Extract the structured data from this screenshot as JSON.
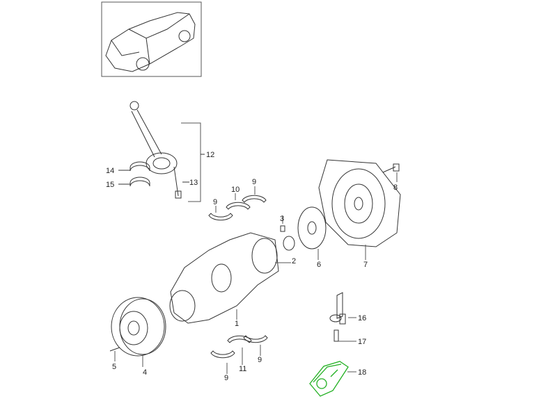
{
  "diagram": {
    "overview_image": "car-overview",
    "highlight_color": "#22b022",
    "callouts": [
      {
        "id": "c12",
        "num": "12"
      },
      {
        "id": "c14",
        "num": "14"
      },
      {
        "id": "c15",
        "num": "15"
      },
      {
        "id": "c13",
        "num": "13"
      },
      {
        "id": "c9a",
        "num": "9"
      },
      {
        "id": "c10",
        "num": "10"
      },
      {
        "id": "c9b",
        "num": "9"
      },
      {
        "id": "c3",
        "num": "3"
      },
      {
        "id": "c2",
        "num": "2"
      },
      {
        "id": "c6",
        "num": "6"
      },
      {
        "id": "c7",
        "num": "7"
      },
      {
        "id": "c8",
        "num": "8"
      },
      {
        "id": "c16",
        "num": "16"
      },
      {
        "id": "c17",
        "num": "17"
      },
      {
        "id": "c18",
        "num": "18"
      },
      {
        "id": "c5",
        "num": "5"
      },
      {
        "id": "c4",
        "num": "4"
      },
      {
        "id": "c1",
        "num": "1"
      },
      {
        "id": "c9c",
        "num": "9"
      },
      {
        "id": "c11",
        "num": "11"
      },
      {
        "id": "c9d",
        "num": "9"
      }
    ]
  }
}
